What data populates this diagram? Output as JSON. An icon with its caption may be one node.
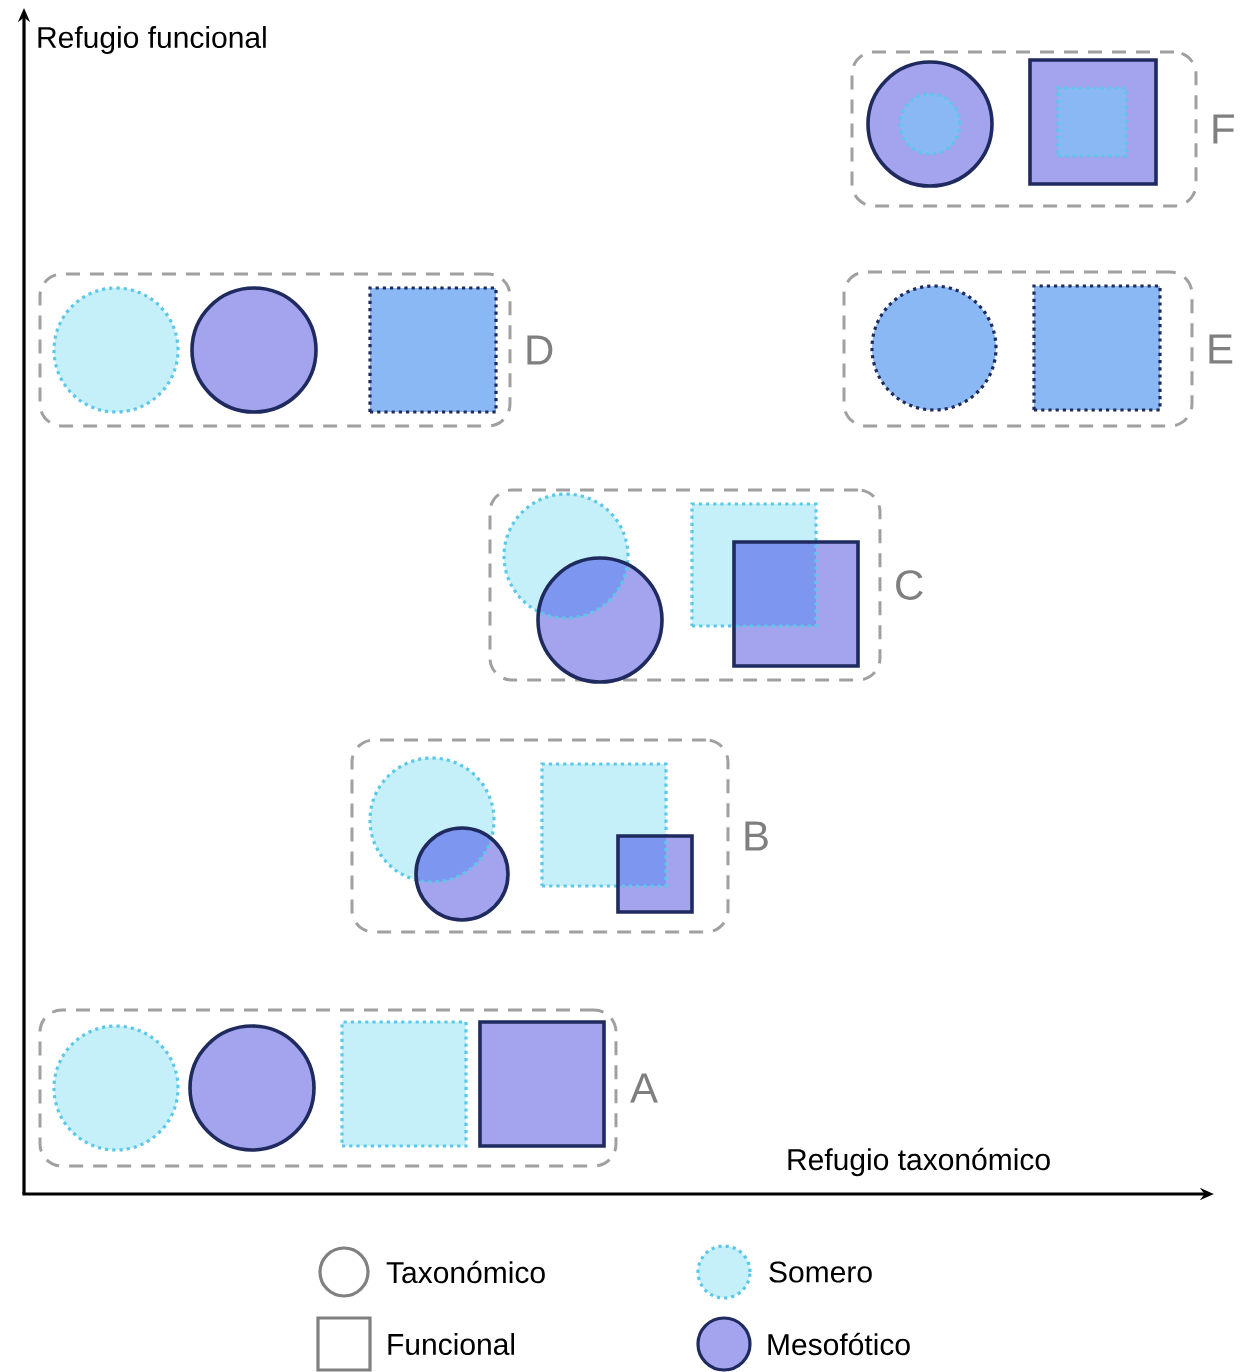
{
  "diagram": {
    "nodes": [
      {
        "text": [
          "F"
        ]
      },
      {
        "text": [],
        "shape": "circle",
        "in": 0
      },
      {
        "text": [],
        "shape": "circle",
        "in": 1
      },
      {
        "text": [],
        "shape": "square",
        "in": 0
      },
      {
        "text": [],
        "shape": "square",
        "in": 3
      },
      {
        "text": [
          "D"
        ]
      },
      {
        "text": [],
        "shape": "circle",
        "in": 5
      },
      {
        "text": [],
        "shape": "circle",
        "in": 5
      },
      {
        "text": [],
        "shape": "square",
        "in": 5
      },
      {
        "text": [
          "E"
        ]
      },
      {
        "text": [],
        "shape": "circle",
        "in": 9
      },
      {
        "text": [],
        "shape": "square",
        "in": 9
      },
      {
        "text": [
          "C"
        ]
      },
      {
        "text": [],
        "shape": "circle",
        "in": 12
      },
      {
        "text": [],
        "shape": "circle",
        "in": 12
      },
      {
        "text": [],
        "shape": "square",
        "in": 12
      },
      {
        "text": [],
        "shape": "square",
        "in": 12
      },
      {
        "text": [
          "B"
        ]
      },
      {
        "text": [],
        "shape": "circle",
        "in": 17
      },
      {
        "text": [],
        "shape": "circle",
        "in": 17
      },
      {
        "text": [],
        "shape": "square",
        "in": 17
      },
      {
        "text": [],
        "shape": "square",
        "in": 17
      },
      {
        "text": [
          "A"
        ]
      },
      {
        "text": [],
        "shape": "circle",
        "in": 22
      },
      {
        "text": [],
        "shape": "circle",
        "in": 22
      },
      {
        "text": [],
        "shape": "square",
        "in": 22
      },
      {
        "text": [],
        "shape": "square",
        "in": 22
      }
    ],
    "labels": [
      "Refugio funcional",
      "Refugio taxonómico"
    ],
    "legend": [
      {
        "text": "Taxonómico"
      },
      {
        "text": "Funcional"
      },
      {
        "text": "Somero",
        "color": "#c5f0fa"
      },
      {
        "text": "Mesofótico",
        "color": "#a3a3ee"
      }
    ]
  }
}
